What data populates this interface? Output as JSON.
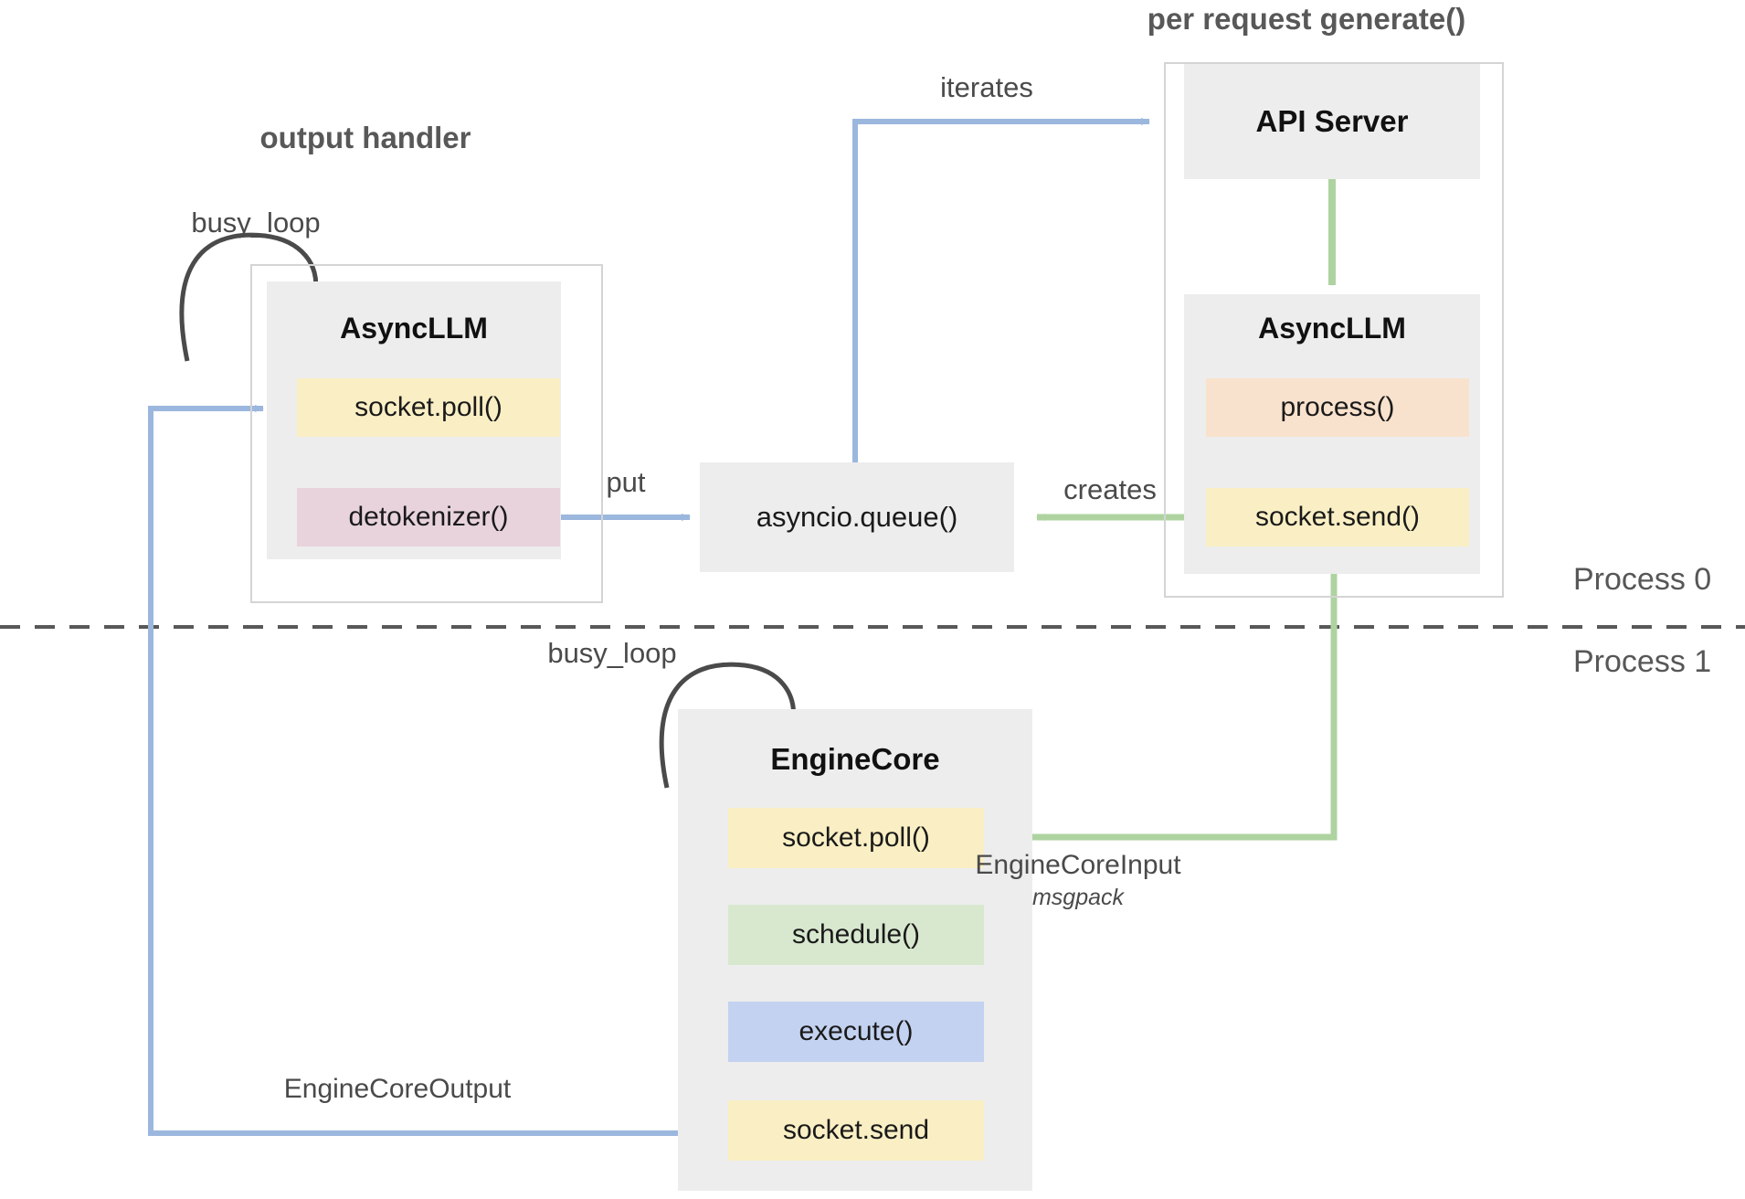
{
  "diagram": {
    "title_output_handler": "output handler",
    "title_per_request": "per request generate()",
    "process_top": "Process 0",
    "process_bottom": "Process 1"
  },
  "colors": {
    "panel_gray": "#ededed",
    "frame_border": "#d4d4d4",
    "yellow": "#faefc4",
    "pink": "#e8d3dd",
    "peach": "#f9e2cd",
    "green": "#d8e8cf",
    "blue": "#c3d2f0",
    "arrow_blue": "#9bb7dd",
    "arrow_green": "#aed3a0",
    "arrow_black": "#4a4a4a",
    "text_gray": "#4a4a4a"
  },
  "output_handler": {
    "loop_label": "busy_loop",
    "panel_title": "AsyncLLM",
    "boxes": [
      {
        "label": "socket.poll()",
        "color": "#faefc4"
      },
      {
        "label": "detokenizer()",
        "color": "#e8d3dd"
      }
    ]
  },
  "queue": {
    "label": "asyncio.queue()"
  },
  "per_request": {
    "api_server": "API Server",
    "panel_title": "AsyncLLM",
    "boxes": [
      {
        "label": "process()",
        "color": "#f9e2cd"
      },
      {
        "label": "socket.send()",
        "color": "#faefc4"
      }
    ]
  },
  "engine_core": {
    "loop_label": "busy_loop",
    "panel_title": "EngineCore",
    "boxes": [
      {
        "label": "socket.poll()",
        "color": "#faefc4"
      },
      {
        "label": "schedule()",
        "color": "#d8e8cf"
      },
      {
        "label": "execute()",
        "color": "#c3d2f0"
      },
      {
        "label": "socket.send",
        "color": "#faefc4"
      }
    ]
  },
  "edges": {
    "iterates": "iterates",
    "put": "put",
    "creates": "creates",
    "engine_core_input": "EngineCoreInput",
    "engine_core_input_sub": "msgpack",
    "engine_core_output": "EngineCoreOutput"
  }
}
